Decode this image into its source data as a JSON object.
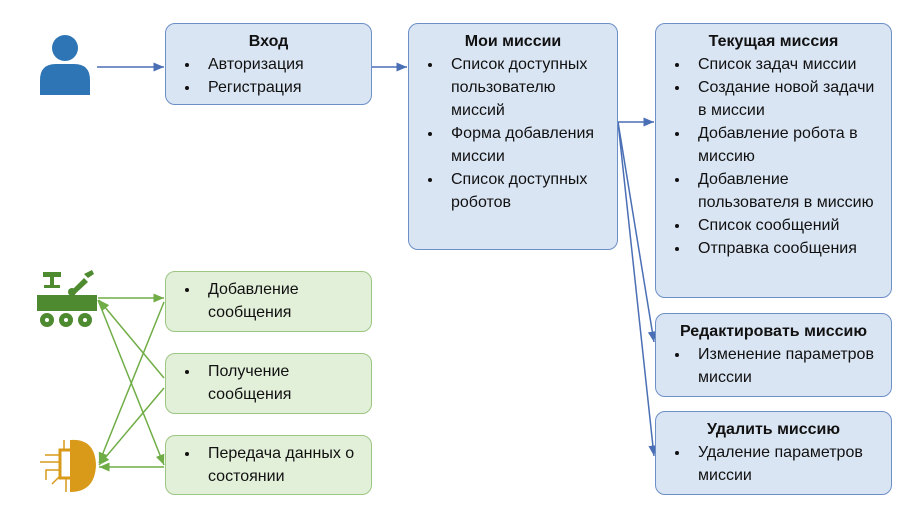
{
  "login": {
    "title": "Вход",
    "items": [
      "Авторизация",
      "Регистрация"
    ]
  },
  "my_missions": {
    "title": "Мои миссии",
    "items": [
      "Список доступных пользователю миссий",
      "Форма добавления миссии",
      "Список доступных роботов"
    ]
  },
  "current_mission": {
    "title": "Текущая миссия",
    "items": [
      "Список задач миссии",
      "Создание новой задачи в миссии",
      "Добавление робота в миссию",
      "Добавление пользователя в миссию",
      "Список сообщений",
      "Отправка сообщения"
    ]
  },
  "edit_mission": {
    "title": "Редактировать миссию",
    "items": [
      "Изменение параметров миссии"
    ]
  },
  "delete_mission": {
    "title": "Удалить миссию",
    "items": [
      "Удаление параметров миссии"
    ]
  },
  "robot_functions": [
    "Добавление сообщения",
    "Получение сообщения",
    "Передача данных о состоянии"
  ],
  "colors": {
    "blue_arrow": "#4a6fb5",
    "green_arrow": "#70ad47",
    "user": "#2e75b6",
    "robot": "#4e8a2f",
    "brain": "#d99a1a"
  }
}
